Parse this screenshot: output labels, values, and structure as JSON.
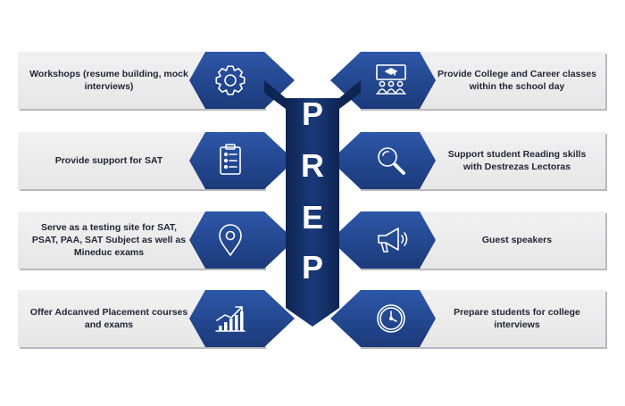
{
  "center_letters": [
    "P",
    "R",
    "E",
    "P"
  ],
  "colors": {
    "navy": "#1b3a7a",
    "navy_dark": "#0e2452",
    "navy_light": "#2d57a8",
    "card": "#e7e7e8",
    "card_shadow": "#b9b9bd",
    "text": "#1d2433",
    "white": "#ffffff"
  },
  "items": [
    {
      "side": "left",
      "text": "Workshops (resume building, mock interviews)",
      "icon": "gear-icon"
    },
    {
      "side": "right",
      "text": "Provide College and Career classes within the school day",
      "icon": "classroom-icon"
    },
    {
      "side": "left",
      "text": "Provide support for SAT",
      "icon": "clipboard-icon"
    },
    {
      "side": "right",
      "text": "Support student Reading skills with Destrezas Lectoras",
      "icon": "magnifier-icon"
    },
    {
      "side": "left",
      "text": "Serve as a testing site for SAT, PSAT, PAA, SAT Subject as well as Mineduc exams",
      "icon": "location-pin-icon"
    },
    {
      "side": "right",
      "text": "Guest speakers",
      "icon": "megaphone-icon"
    },
    {
      "side": "left",
      "text": "Offer Adcanved Placement courses and exams",
      "icon": "growth-chart-icon"
    },
    {
      "side": "right",
      "text": "Prepare students for college interviews",
      "icon": "clock-icon"
    }
  ]
}
